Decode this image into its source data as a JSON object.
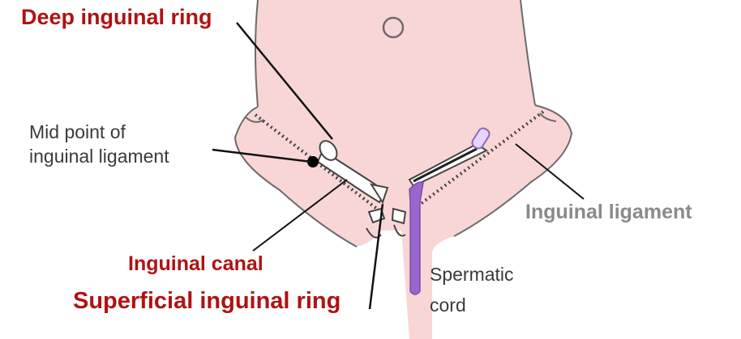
{
  "labels": {
    "deep_ring": "Deep inguinal ring",
    "mid_point_line1": "Mid point of",
    "mid_point_line2": "inguinal ligament",
    "inguinal_ligament": "Inguinal ligament",
    "inguinal_canal": "Inguinal canal",
    "superficial_ring": "Superficial inguinal ring",
    "spermatic_line1": "Spermatic",
    "spermatic_line2": "cord"
  },
  "colors": {
    "skin": "#f9d6d6",
    "outline": "#6b6b6b",
    "spermatic_cord": "#9966cc",
    "red_label": "#b01212",
    "grey_label": "#8a8a8a",
    "dark_label": "#3a3a3a"
  }
}
